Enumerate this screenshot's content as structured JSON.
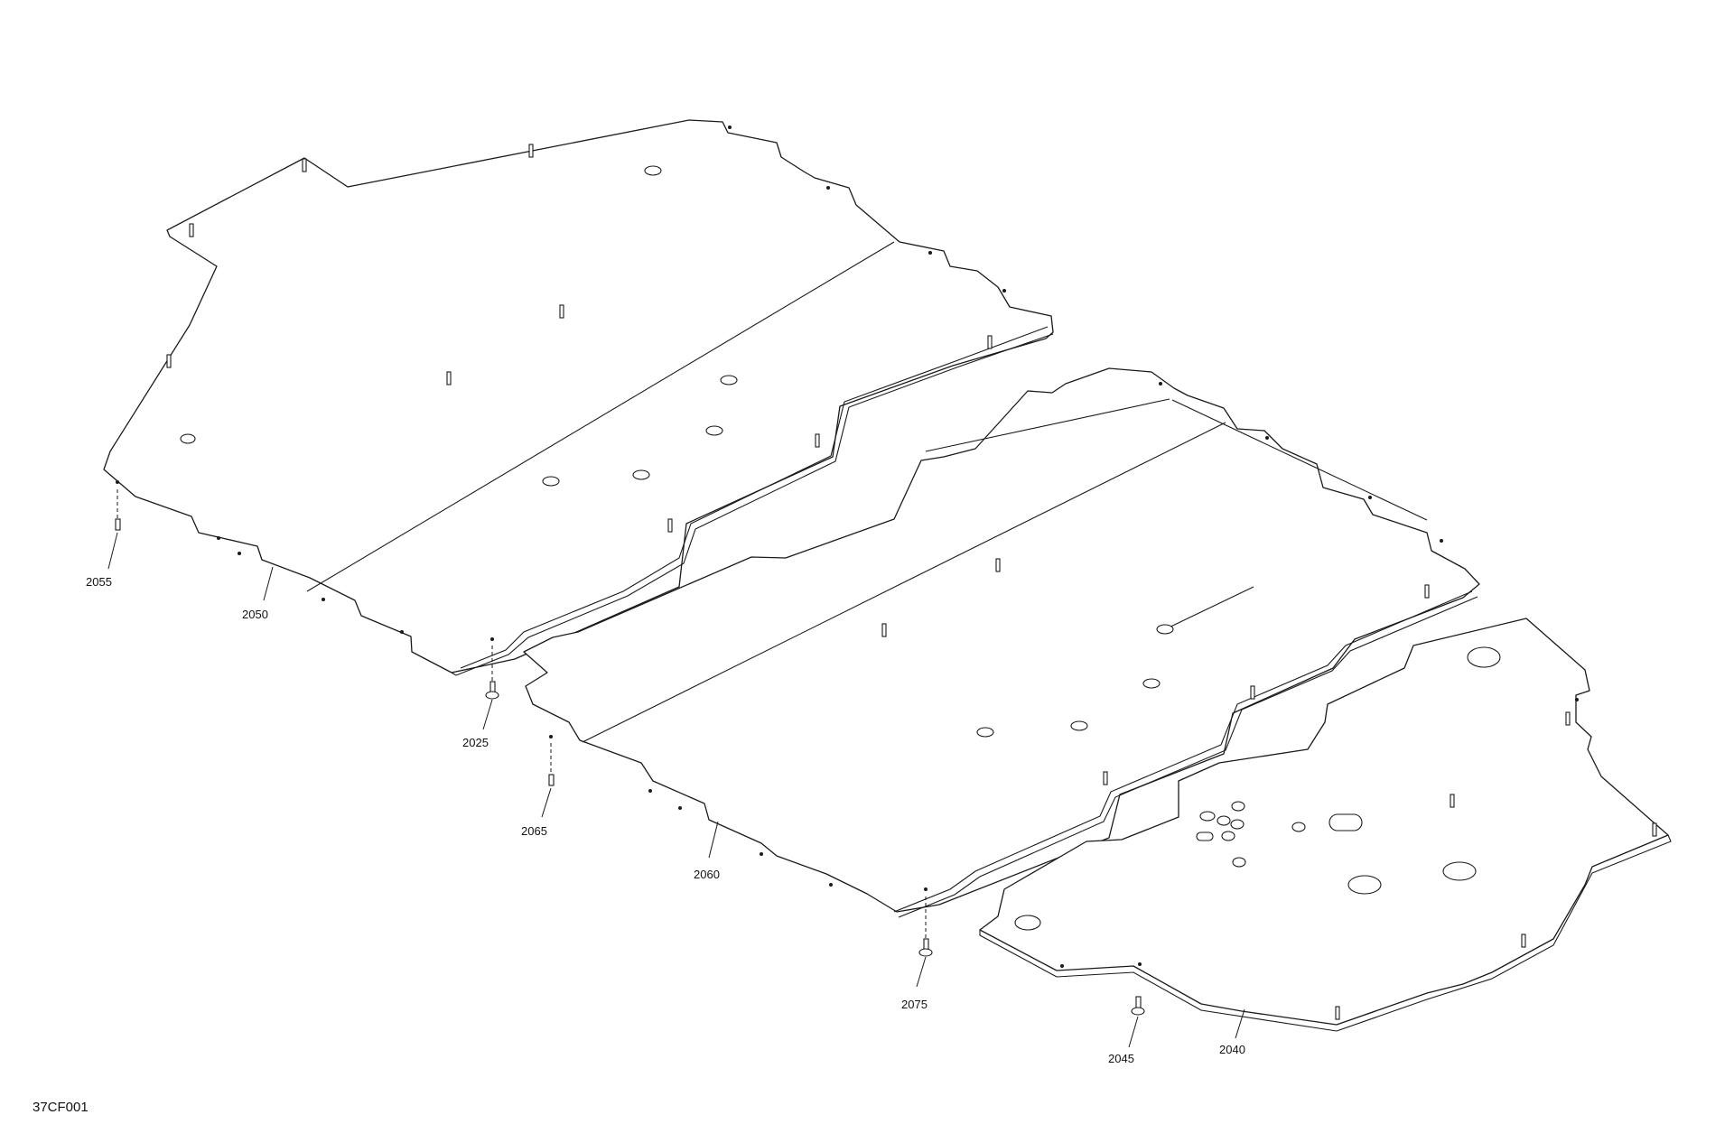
{
  "diagram": {
    "reference_code": "37CF001",
    "callouts": {
      "c2055": "2055",
      "c2050": "2050",
      "c2025": "2025",
      "c2065": "2065",
      "c2060": "2060",
      "c2075": "2075",
      "c2045": "2045",
      "c2040": "2040"
    }
  }
}
